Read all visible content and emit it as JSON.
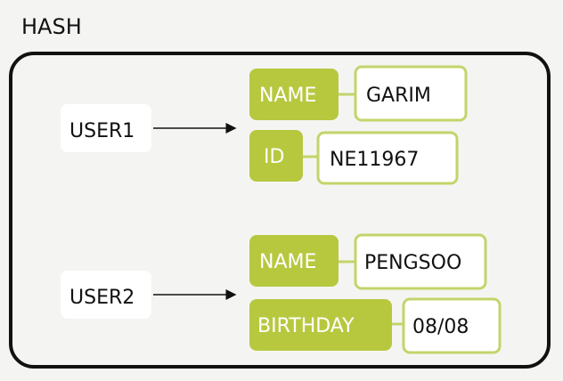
{
  "title": "HASH",
  "users": [
    {
      "label": "USER1",
      "fields": [
        {
          "key": "NAME",
          "value": "GARIM"
        },
        {
          "key": "ID",
          "value": "NE11967"
        }
      ]
    },
    {
      "label": "USER2",
      "fields": [
        {
          "key": "NAME",
          "value": "PENGSOO"
        },
        {
          "key": "BIRTHDAY",
          "value": "08/08"
        }
      ]
    }
  ],
  "colors": {
    "background": "#f4f5f3",
    "container_border": "#111111",
    "key_fill": "#b7c83f",
    "value_border": "#c3d46a",
    "user_box": "#ffffff",
    "text": "#111111"
  }
}
